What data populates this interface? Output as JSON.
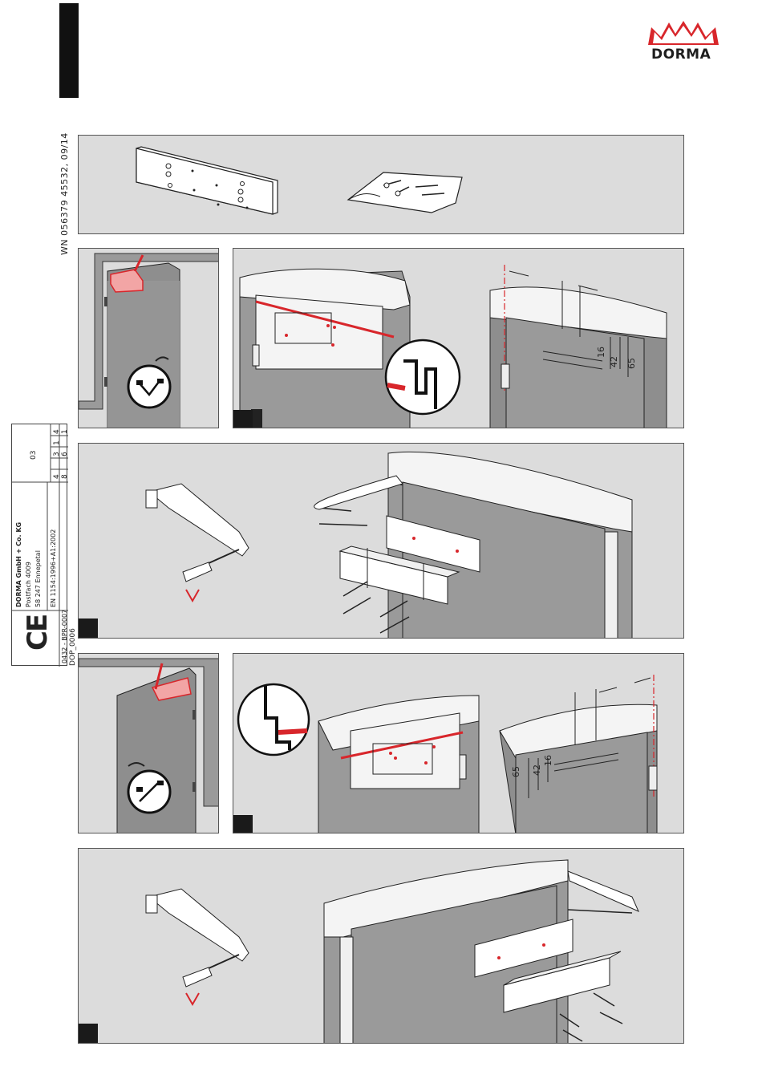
{
  "brand": {
    "name": "DORMA",
    "accent": "#d8262b"
  },
  "document": {
    "ref": "WN 056379 45532, 09/14",
    "drawing_code": "DOP_0006"
  },
  "infobox": {
    "ce_mark": "CE",
    "company": "DORMA GmbH + Co. KG",
    "address1": "Postfach 4009",
    "address2": "58 247 Ennepetal",
    "standard": "EN 1154:1996+A1:2002",
    "cert": "0432 - BPR-0007",
    "class_digits_1": "4",
    "class_digits_2": "8",
    "class_digits_3": "3",
    "class_digits_4": "6",
    "class_digits_5": "1",
    "class_digits_6": "1",
    "class_digits_7": "4",
    "class_code": "03"
  },
  "dimensions": {
    "d16": "16",
    "d42": "42",
    "d65": "65"
  },
  "colors": {
    "panel_bg": "#dcdcdc",
    "door_gray": "#9a9a9a",
    "red": "#d8262b"
  }
}
